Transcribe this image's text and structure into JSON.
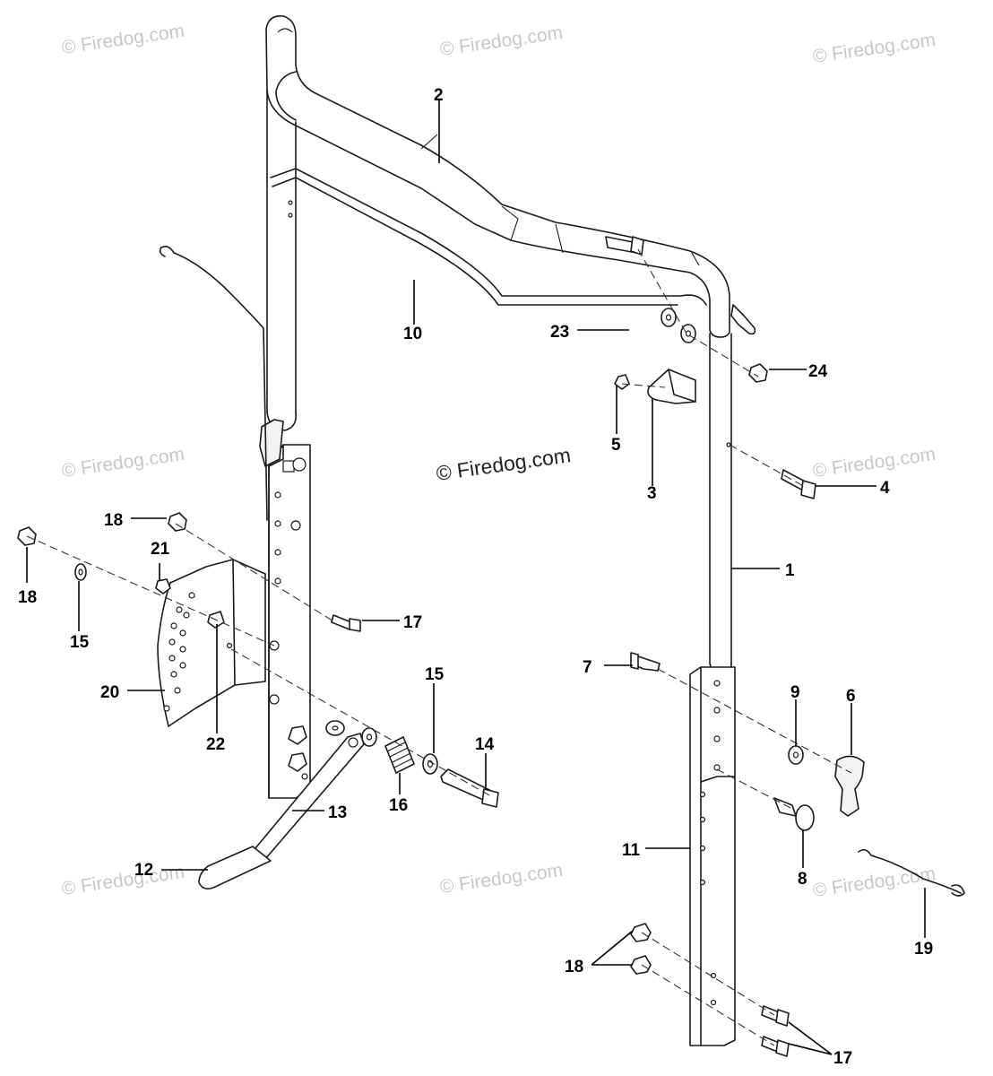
{
  "watermark": {
    "text": "© Firedog.com",
    "center_text": "© Firedog.com"
  },
  "callouts": {
    "c1": "1",
    "c2": "2",
    "c3": "3",
    "c4": "4",
    "c5": "5",
    "c6": "6",
    "c7": "7",
    "c8": "8",
    "c9": "9",
    "c10": "10",
    "c11": "11",
    "c12": "12",
    "c13": "13",
    "c14": "14",
    "c15a": "15",
    "c15b": "15",
    "c16": "16",
    "c17a": "17",
    "c17b": "17",
    "c18a": "18",
    "c18b": "18",
    "c18c": "18",
    "c19": "19",
    "c20": "20",
    "c21": "21",
    "c22": "22",
    "c23": "23",
    "c24": "24"
  }
}
